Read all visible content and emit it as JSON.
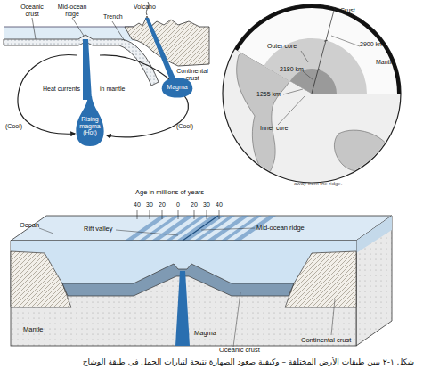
{
  "diagram": {
    "caption": "شكل ١-٢ يبين طبقات الأرض المختلفة – وكيفية صعود الصهارة نتيجة لتيارات الحمل في طبقة الوشاح",
    "nodes": [
      {
        "text": [
          "Rising magma (Hot)"
        ]
      },
      {
        "text": [
          "Magma"
        ]
      }
    ],
    "labels": [
      "Oceanic crust",
      "Mid-ocean ridge",
      "Trench",
      "Volcano",
      "Continental crust",
      "Heat currents",
      "in mantle",
      "(Cool)",
      "(Cool)",
      "Crust",
      "2900 km",
      "Mantle",
      "Outer core",
      "2180 km",
      "1255 km",
      "Inner core",
      "away from the ridge.",
      "Age in millions of years",
      "40",
      "30",
      "20",
      "0",
      "20",
      "30",
      "40",
      "Ocean",
      "Rift valley",
      "Mid-ocean ridge",
      "Mantle",
      "Magma",
      "Oceanic crust",
      "Continental crust"
    ]
  }
}
